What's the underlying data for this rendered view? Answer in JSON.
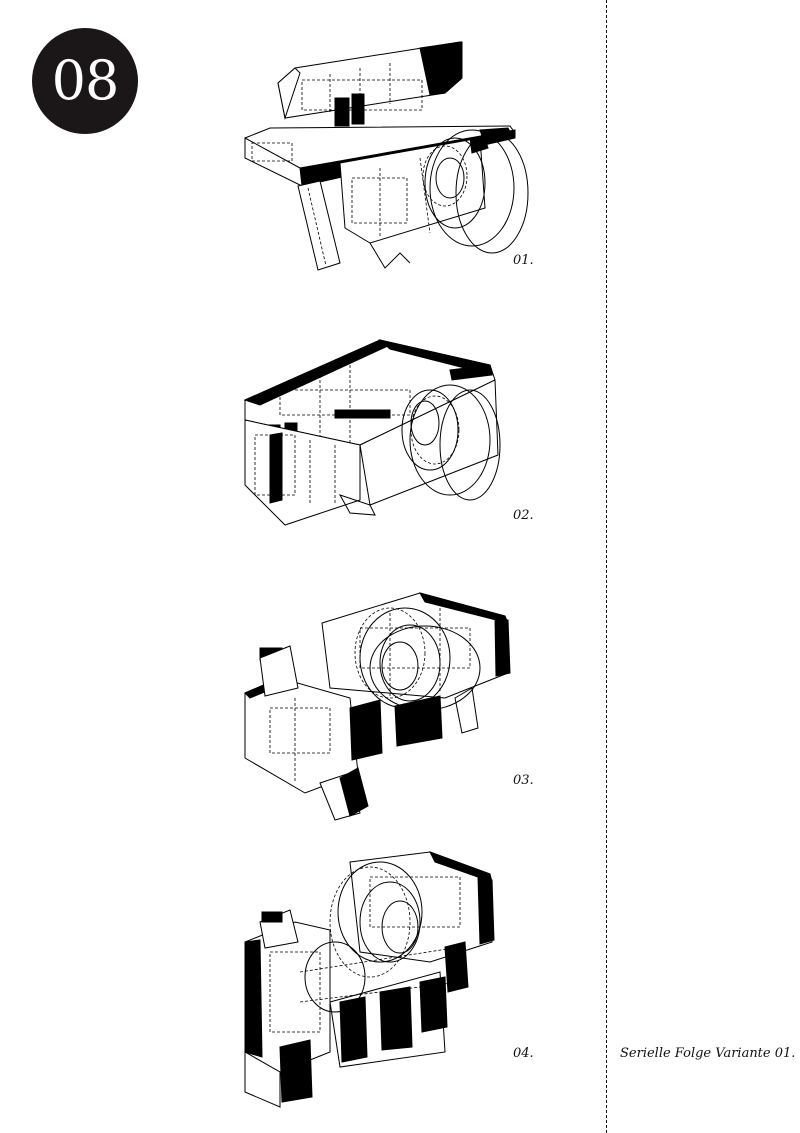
{
  "page_number": "08",
  "variants": [
    {
      "label": "01."
    },
    {
      "label": "02."
    },
    {
      "label": "03."
    },
    {
      "label": "04."
    }
  ],
  "caption": "Serielle Folge Variante 01.",
  "colors": {
    "ink": "#000000",
    "badge": "#1b1718",
    "paper": "#ffffff"
  }
}
